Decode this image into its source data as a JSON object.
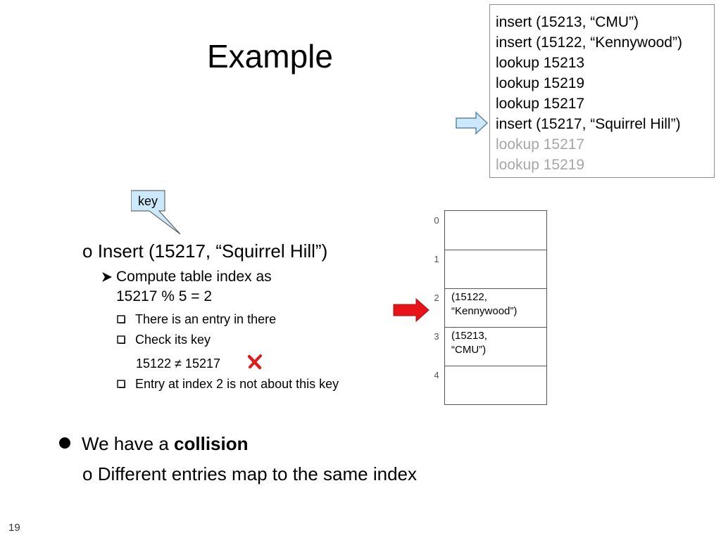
{
  "slide": {
    "title": "Example",
    "page_number": "19"
  },
  "operations": [
    {
      "text": "insert (15213, “CMU”)",
      "state": "done"
    },
    {
      "text": "insert (15122, “Kennywood”)",
      "state": "done"
    },
    {
      "text": "lookup 15213",
      "state": "done"
    },
    {
      "text": "lookup 15219",
      "state": "done"
    },
    {
      "text": "lookup 15217",
      "state": "done"
    },
    {
      "text": "insert (15217, “Squirrel Hill”)",
      "state": "current"
    },
    {
      "text": "lookup 15217",
      "state": "pending"
    },
    {
      "text": "lookup 15219",
      "state": "pending"
    }
  ],
  "callout": {
    "label": "key"
  },
  "bullets": {
    "marker_circle": "o",
    "insert_line": "Insert (15217, “Squirrel Hill”)",
    "compute_line_1": "Compute table index as",
    "compute_line_2": "15217 % 5 = 2",
    "check_1": "There is an entry in there",
    "check_2": "Check its key",
    "compare": "15122  ≠ 15217",
    "check_3": "Entry at index 2 is not about this key",
    "collision_prefix": "We have a ",
    "collision_bold": "collision",
    "collision_sub": "Different entries map to the same index"
  },
  "hash_table": {
    "slots": [
      {
        "index": "0",
        "line1": "",
        "line2": ""
      },
      {
        "index": "1",
        "line1": "",
        "line2": ""
      },
      {
        "index": "2",
        "line1": "(15122,",
        "line2": "“Kennywood”)"
      },
      {
        "index": "3",
        "line1": "(15213,",
        "line2": "“CMU”)"
      },
      {
        "index": "4",
        "line1": "",
        "line2": ""
      }
    ]
  },
  "colors": {
    "current_arrow_fill": "#cce9fb",
    "current_arrow_stroke": "#5e86a8",
    "slot_arrow_fill": "#e8141a",
    "cross_mark": "#e01b1b",
    "pending_text": "#a6a6a6",
    "callout_fill": "#cce9fb"
  },
  "icons": {
    "current_op": "right-arrow-icon",
    "target_slot": "red-right-arrow-icon",
    "mismatch": "red-cross-icon",
    "checkbox": "checkbox-icon",
    "sub_bullet": "arrowhead-bullet-icon",
    "main_bullet": "filled-circle-icon"
  }
}
